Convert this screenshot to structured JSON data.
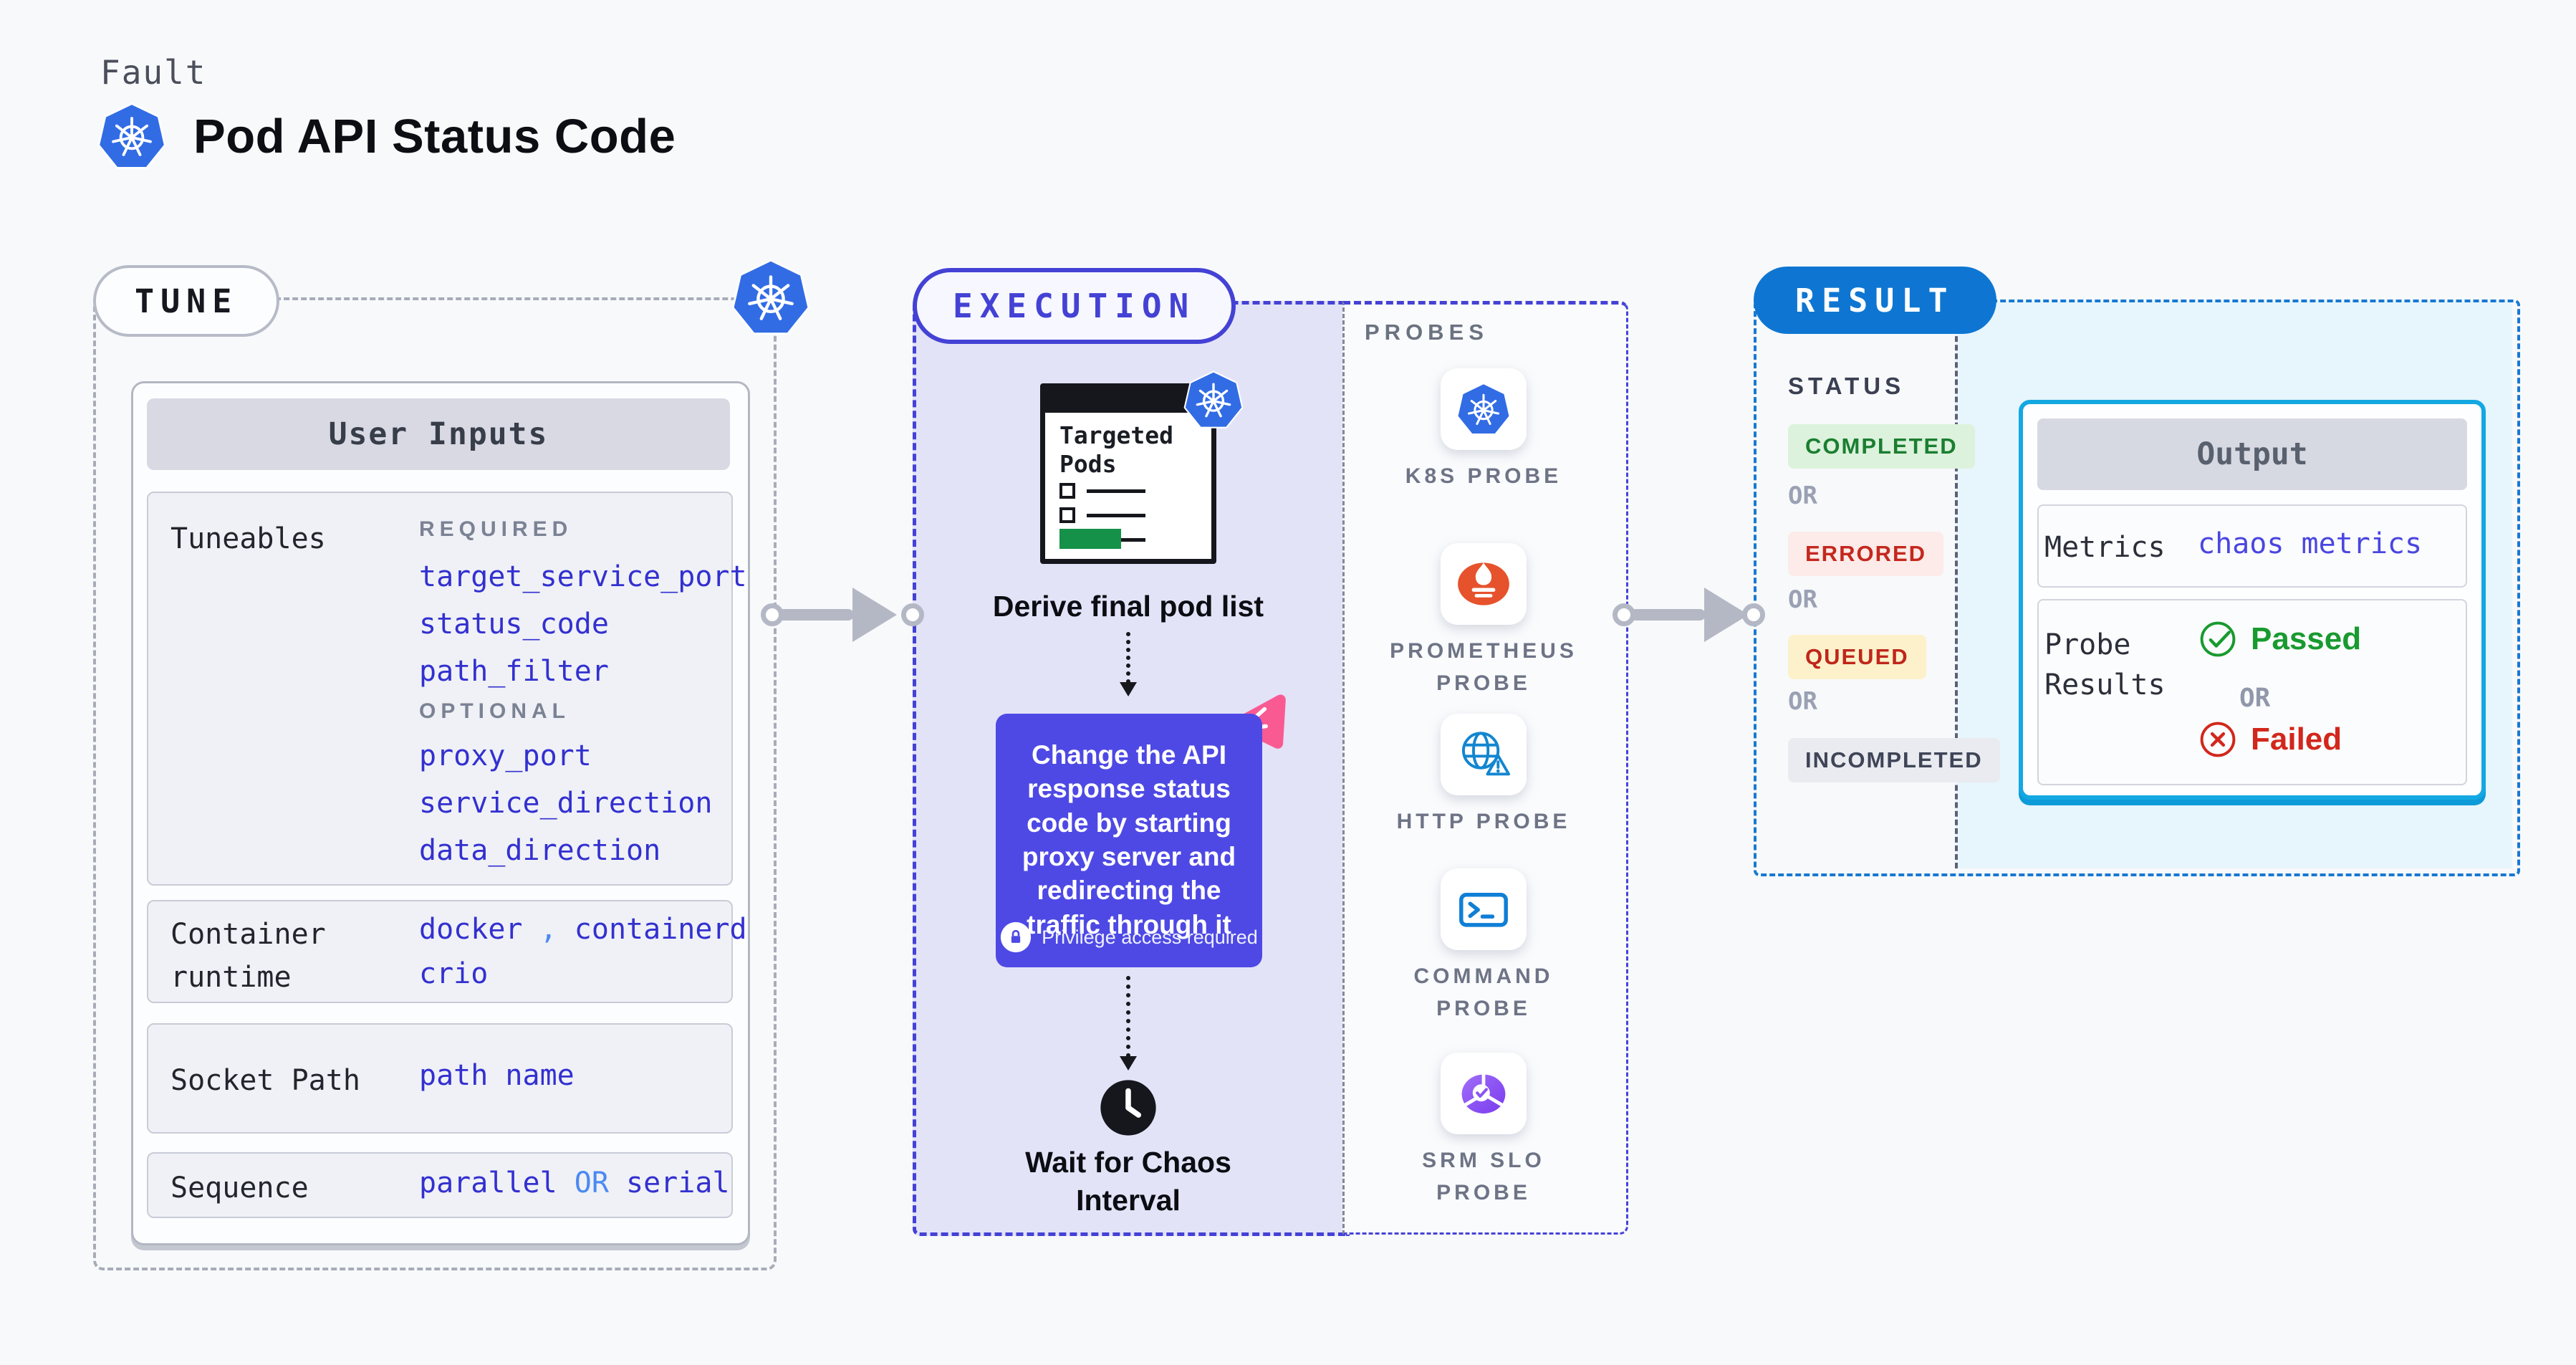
{
  "header": {
    "kicker": "Fault",
    "title": "Pod API Status Code"
  },
  "tune": {
    "badge": "TUNE",
    "card_header": "User Inputs",
    "tuneables_label": "Tuneables",
    "required_heading": "REQUIRED",
    "required_items": [
      "target_service_port",
      "status_code",
      "path_filter"
    ],
    "optional_heading": "OPTIONAL",
    "optional_items": [
      "proxy_port",
      "service_direction",
      "data_direction"
    ],
    "container_runtime_label": "Container runtime",
    "runtime_value_1": "docker",
    "runtime_comma": ",",
    "runtime_value_2": "containerd",
    "runtime_value_3": "crio",
    "socket_label": "Socket Path",
    "socket_value": "path name",
    "sequence_label": "Sequence",
    "sequence_value_1": "parallel",
    "sequence_or": "OR",
    "sequence_value_2": "serial"
  },
  "execution": {
    "badge": "EXECUTION",
    "clipboard_title": "Targeted Pods",
    "derive_caption": "Derive final pod list",
    "card_text": "Change the API response status code by starting proxy server and redirecting the traffic through it",
    "privilege_note": "Privilege access required",
    "wait_caption": "Wait for Chaos Interval"
  },
  "probes": {
    "title": "PROBES",
    "items": [
      {
        "name": "K8S PROBE",
        "icon": "kubernetes-icon"
      },
      {
        "name": "PROMETHEUS PROBE",
        "icon": "prometheus-icon"
      },
      {
        "name": "HTTP PROBE",
        "icon": "http-globe-icon"
      },
      {
        "name": "COMMAND PROBE",
        "icon": "terminal-icon"
      },
      {
        "name": "SRM SLO PROBE",
        "icon": "slo-donut-icon"
      }
    ]
  },
  "result": {
    "badge": "RESULT",
    "status_heading": "STATUS",
    "or": "OR",
    "statuses": [
      {
        "label": "COMPLETED",
        "fg": "#1b7e31",
        "bg": "#dcf2dc"
      },
      {
        "label": "ERRORED",
        "fg": "#c4281e",
        "bg": "#fcebe8"
      },
      {
        "label": "QUEUED",
        "fg": "#bf261b",
        "bg": "#fcf1ca"
      },
      {
        "label": "INCOMPLETED",
        "fg": "#3f4557",
        "bg": "#eaebf0"
      }
    ],
    "output": {
      "header": "Output",
      "metrics_label": "Metrics",
      "metrics_value": "chaos metrics",
      "probe_results_label": "Probe Results",
      "passed": "Passed",
      "or": "OR",
      "failed": "Failed"
    }
  },
  "colors": {
    "accent_indigo": "#4442d4",
    "accent_blue": "#0e76d2",
    "accent_cyan": "#13a8e2",
    "value_blue": "#3330d0",
    "light_blue": "#4b89f1",
    "purple_card": "#4e49e4",
    "pink_badge": "#fa5a92",
    "pass_green": "#189a2f",
    "fail_red": "#d2271b",
    "kubernetes_blue": "#326ce5",
    "prometheus_orange": "#e6522c"
  }
}
